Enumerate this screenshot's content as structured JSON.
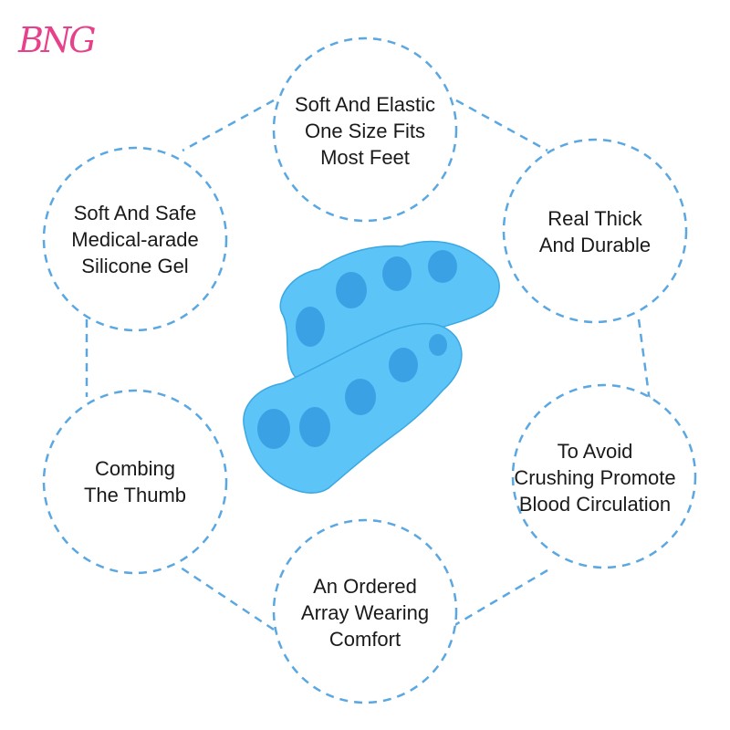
{
  "brand": {
    "logo_text": "BNG",
    "color": "#e6418a"
  },
  "colors": {
    "dash": "#5aa7e2",
    "text": "#1a1a1a",
    "product": "#4fb8ef"
  },
  "product": {
    "icon": "toe-separator-icon"
  },
  "features": [
    {
      "id": "top",
      "lines": [
        "Soft And Elastic",
        "One Size Fits",
        "Most Feet"
      ]
    },
    {
      "id": "upper-right",
      "lines": [
        "Real Thick",
        "And Durable"
      ]
    },
    {
      "id": "lower-right",
      "lines": [
        "To Avoid",
        "Crushing Promote",
        "Blood Circulation"
      ]
    },
    {
      "id": "bottom",
      "lines": [
        "An Ordered",
        "Array Wearing",
        "Comfort"
      ]
    },
    {
      "id": "lower-left",
      "lines": [
        "Combing",
        "The Thumb"
      ]
    },
    {
      "id": "upper-left",
      "lines": [
        "Soft And Safe",
        "Medical-arade",
        "Silicone Gel"
      ]
    }
  ]
}
